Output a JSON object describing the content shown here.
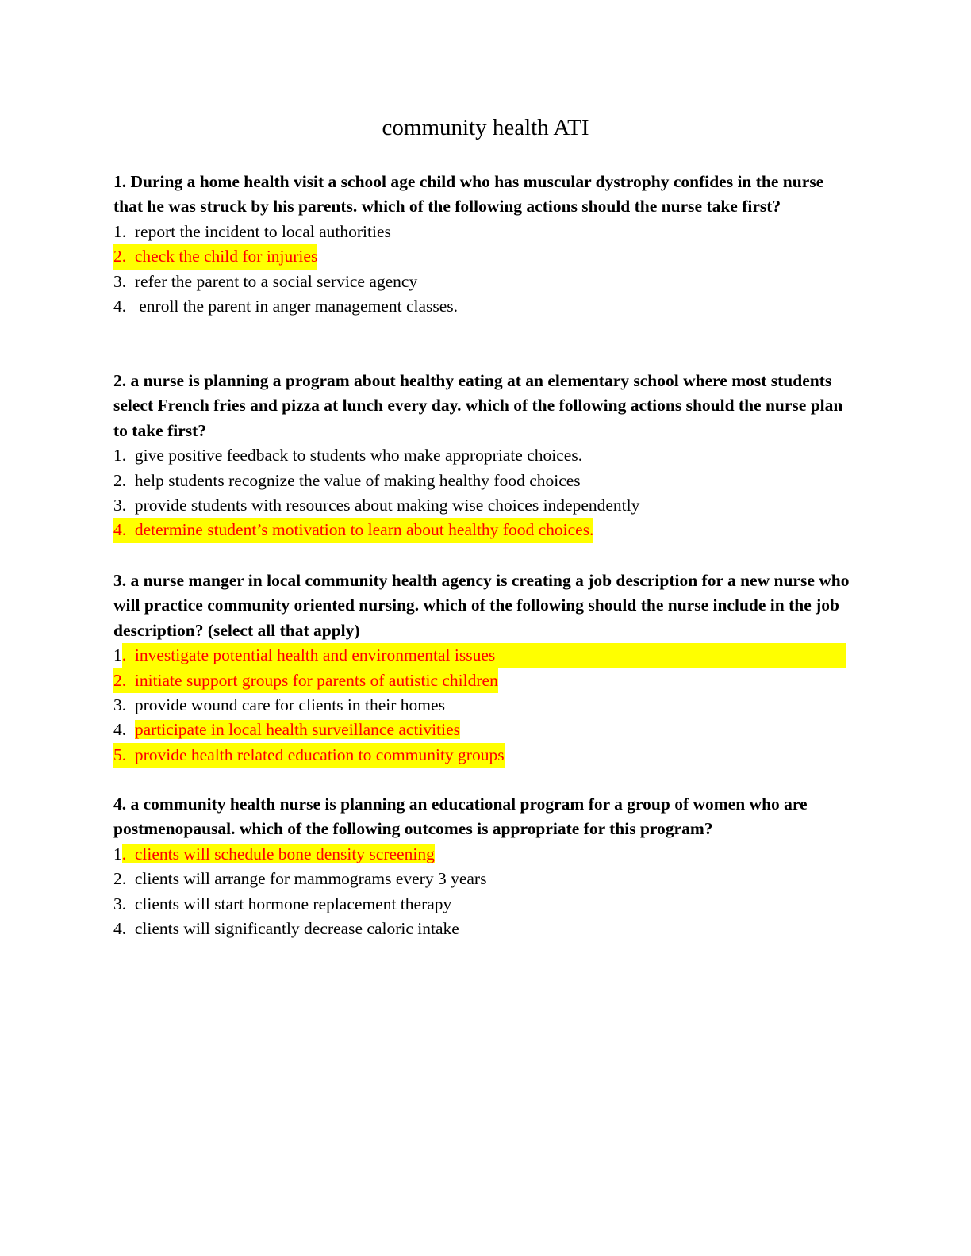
{
  "document": {
    "title": "community health ATI",
    "colors": {
      "highlight_bg": "#ffff00",
      "highlight_text": "#ff0000",
      "text": "#000000"
    },
    "questions": [
      {
        "prompt": "1. During a home health visit a school age child who has muscular dystrophy confides in the nurse that he was struck by his parents.  which of the following actions should the nurse take first?",
        "options": [
          {
            "num": "1.",
            "text": "  report the incident to local authorities",
            "correct": false
          },
          {
            "num": "2.",
            "text": "  check the child for injuries",
            "correct": true
          },
          {
            "num": "3.",
            "text": "  refer the parent to a social service agency",
            "correct": false
          },
          {
            "num": "4.",
            "text": "   enroll the parent in anger management classes.",
            "correct": false
          }
        ]
      },
      {
        "prompt": "2.  a nurse is planning a program about healthy eating at an elementary school where most students select French fries and pizza at lunch every day. which of the following actions should the nurse plan to take first?",
        "options": [
          {
            "num": "1.",
            "text": "  give positive feedback to students who make appropriate choices.",
            "correct": false
          },
          {
            "num": "2.",
            "text": "  help students recognize the value of making healthy food choices",
            "correct": false
          },
          {
            "num": "3.",
            "text": "  provide students with resources about making wise choices independently",
            "correct": false
          },
          {
            "num": "4.",
            "text": "  determine student’s motivation to learn about healthy food choices.",
            "correct": true
          }
        ]
      },
      {
        "prompt": "3. a nurse manger in local community health agency is creating a job description for a new nurse who will practice community oriented nursing.  which of the following should the nurse include in the job description?  (select all that apply)",
        "options": [
          {
            "num": "1",
            "text": ".  investigate potential health and environmental issues",
            "correct": true
          },
          {
            "num": "2.",
            "text": "  initiate support groups for parents of autistic children",
            "correct": true
          },
          {
            "num": "3.",
            "text": "  provide wound care for clients in their homes",
            "correct": false
          },
          {
            "num": "4.",
            "text": "participate in local health surveillance activities",
            "correct": true
          },
          {
            "num": "5.",
            "text": "  provide health related education to community groups",
            "correct": true
          }
        ]
      },
      {
        "prompt": "4. a community health nurse is planning an educational program for a group of women who are postmenopausal.  which of the following outcomes is appropriate for this program?",
        "options": [
          {
            "num": "1",
            "text": ".  clients will schedule bone density screening",
            "correct": true
          },
          {
            "num": "2.",
            "text": "  clients will arrange for mammograms every 3 years",
            "correct": false
          },
          {
            "num": "3.",
            "text": "  clients will start hormone replacement therapy",
            "correct": false
          },
          {
            "num": "4.",
            "text": "  clients will significantly decrease caloric intake",
            "correct": false
          }
        ]
      }
    ]
  }
}
